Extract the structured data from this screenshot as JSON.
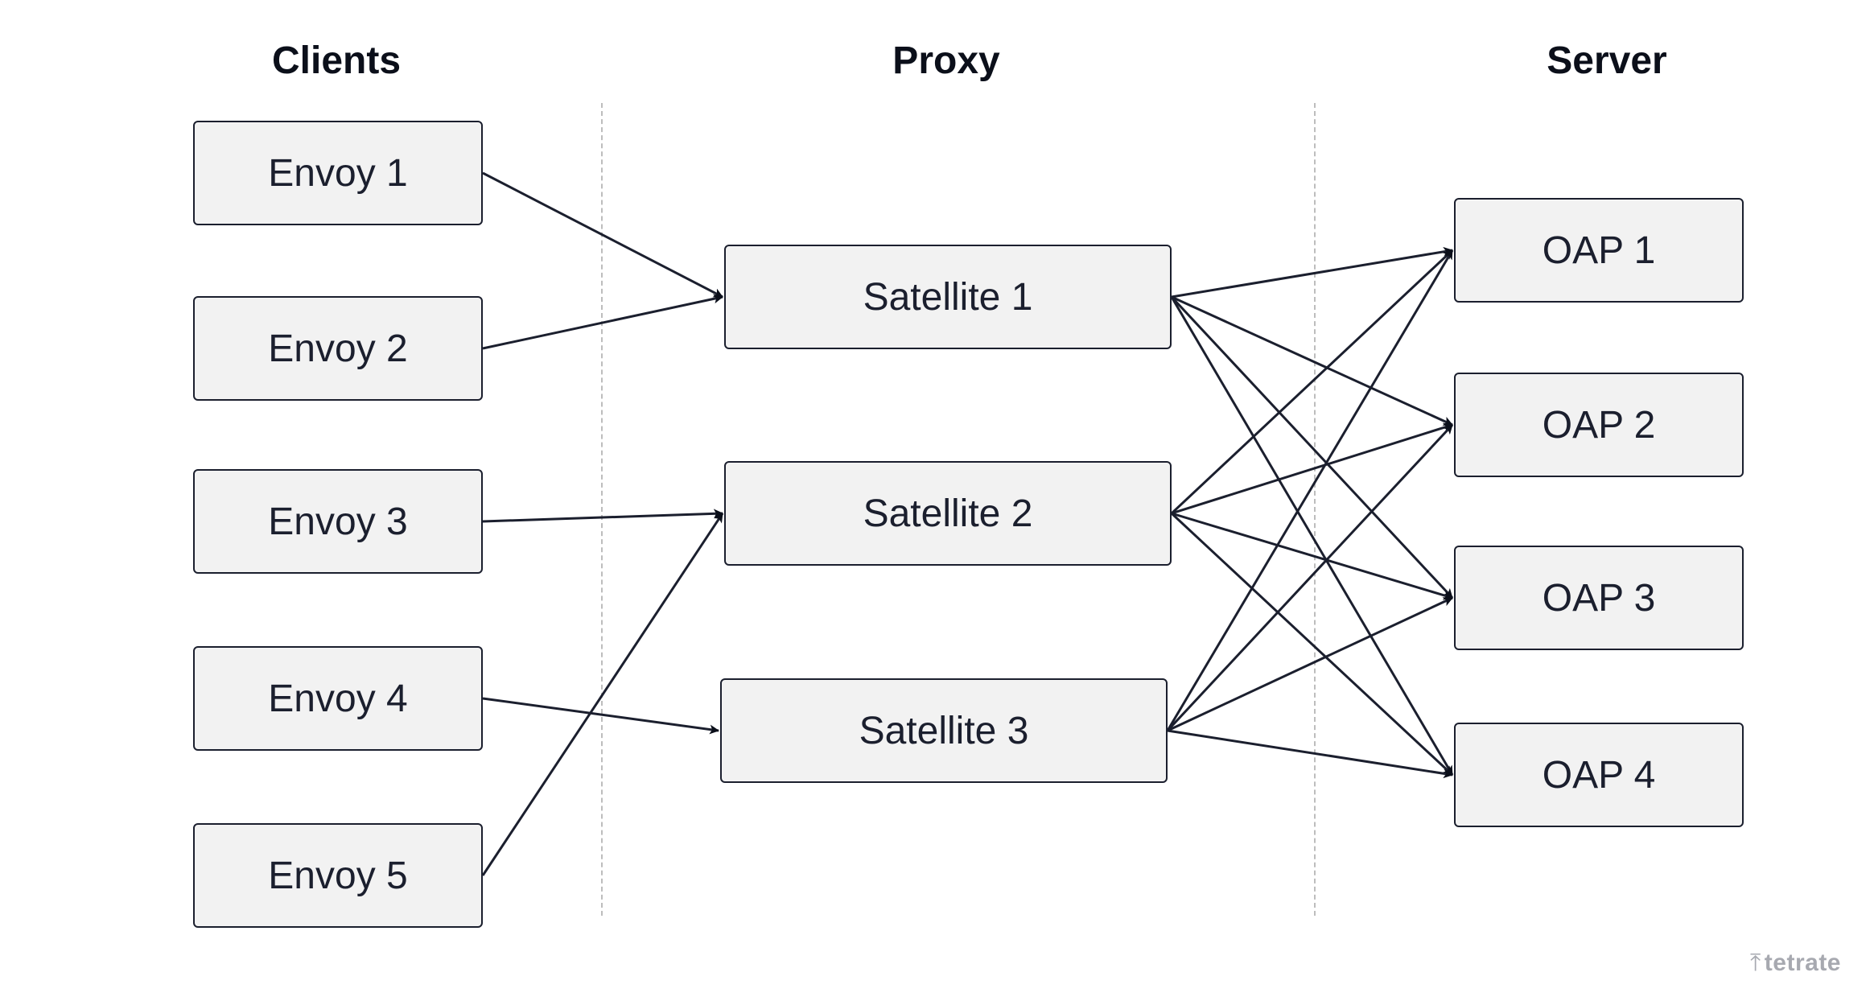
{
  "columns": {
    "clients": "Clients",
    "proxy": "Proxy",
    "server": "Server"
  },
  "clients": [
    {
      "id": "envoy-1",
      "label": "Envoy 1"
    },
    {
      "id": "envoy-2",
      "label": "Envoy 2"
    },
    {
      "id": "envoy-3",
      "label": "Envoy 3"
    },
    {
      "id": "envoy-4",
      "label": "Envoy 4"
    },
    {
      "id": "envoy-5",
      "label": "Envoy 5"
    }
  ],
  "proxies": [
    {
      "id": "satellite-1",
      "label": "Satellite 1"
    },
    {
      "id": "satellite-2",
      "label": "Satellite 2"
    },
    {
      "id": "satellite-3",
      "label": "Satellite 3"
    }
  ],
  "servers": [
    {
      "id": "oap-1",
      "label": "OAP 1"
    },
    {
      "id": "oap-2",
      "label": "OAP 2"
    },
    {
      "id": "oap-3",
      "label": "OAP 3"
    },
    {
      "id": "oap-4",
      "label": "OAP 4"
    }
  ],
  "edges": [
    {
      "from": "envoy-1",
      "to": "satellite-1"
    },
    {
      "from": "envoy-2",
      "to": "satellite-1"
    },
    {
      "from": "envoy-3",
      "to": "satellite-2"
    },
    {
      "from": "envoy-5",
      "to": "satellite-2"
    },
    {
      "from": "envoy-4",
      "to": "satellite-3"
    },
    {
      "from": "satellite-1",
      "to": "oap-1"
    },
    {
      "from": "satellite-1",
      "to": "oap-2"
    },
    {
      "from": "satellite-1",
      "to": "oap-3"
    },
    {
      "from": "satellite-1",
      "to": "oap-4"
    },
    {
      "from": "satellite-2",
      "to": "oap-1"
    },
    {
      "from": "satellite-2",
      "to": "oap-2"
    },
    {
      "from": "satellite-2",
      "to": "oap-3"
    },
    {
      "from": "satellite-2",
      "to": "oap-4"
    },
    {
      "from": "satellite-3",
      "to": "oap-1"
    },
    {
      "from": "satellite-3",
      "to": "oap-2"
    },
    {
      "from": "satellite-3",
      "to": "oap-3"
    },
    {
      "from": "satellite-3",
      "to": "oap-4"
    }
  ],
  "brand": {
    "name": "tetrate",
    "icon": "tetrate-logo-icon"
  },
  "colors": {
    "node_fill": "#f2f2f2",
    "stroke": "#1b1f2e",
    "divider": "#bdbdbd",
    "brand": "#a7a9b0"
  }
}
